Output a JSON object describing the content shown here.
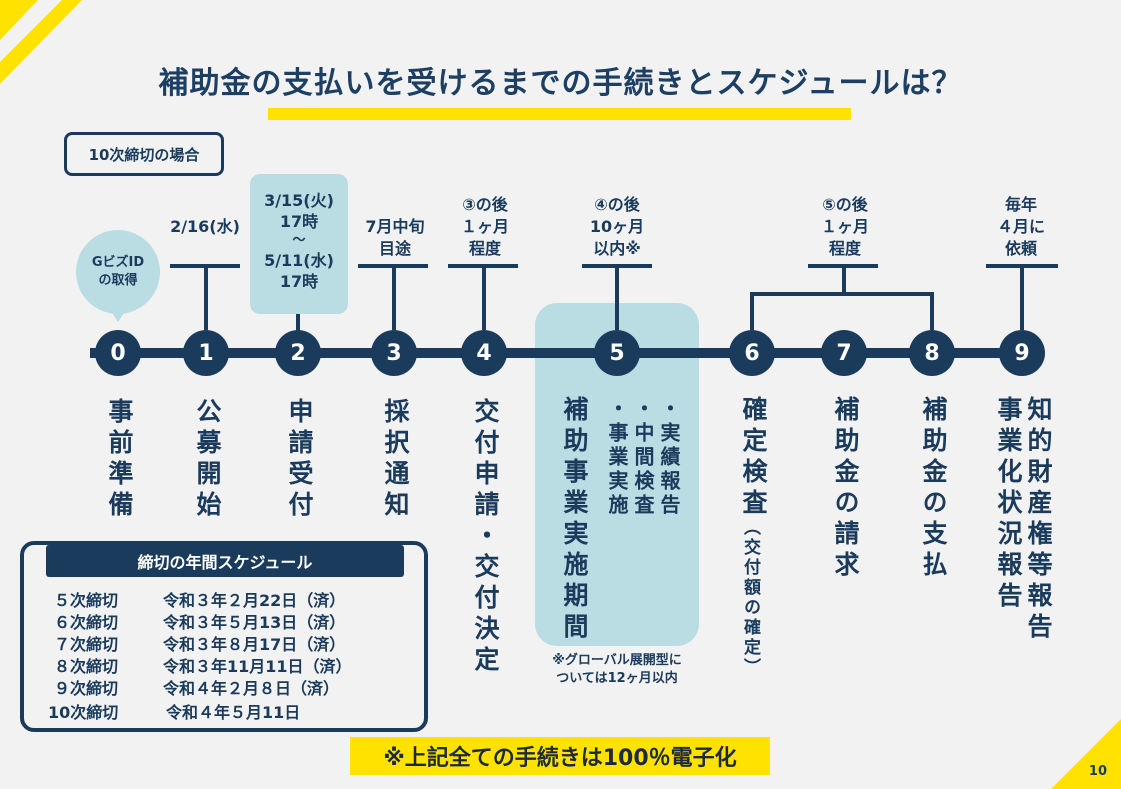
{
  "title": "補助金の支払いを受けるまでの手続きとスケジュールは？",
  "case_label": "10次締切の場合",
  "gbiz_bubble": [
    "GビズID",
    "の取得"
  ],
  "steps": [
    {
      "num": "0",
      "above": [],
      "label": "事前準備"
    },
    {
      "num": "1",
      "above": [
        "2/16(水)"
      ],
      "label": "公募開始"
    },
    {
      "num": "2",
      "above": [
        "3/15(火)",
        "17時",
        "〜",
        "5/11(水)",
        "17時"
      ],
      "label": "申請受付"
    },
    {
      "num": "3",
      "above": [
        "7月中旬",
        "目途"
      ],
      "label": "採択通知"
    },
    {
      "num": "4",
      "above": [
        "③の後",
        "１ヶ月",
        "程度"
      ],
      "label": "交付申請・交付決定"
    },
    {
      "num": "5",
      "above": [
        "④の後",
        "10ヶ月",
        "以内※"
      ],
      "label": "補助事業実施期間",
      "sub": [
        "・事業実施",
        "・中間検査",
        "・実績報告"
      ]
    },
    {
      "num": "6",
      "above": [],
      "label": "確定検査",
      "label_small": "（交付額の確定）"
    },
    {
      "num": "7",
      "above": [
        "⑤の後",
        "１ヶ月",
        "程度"
      ],
      "label": "補助金の請求"
    },
    {
      "num": "8",
      "above": [],
      "label": "補助金の支払"
    },
    {
      "num": "9",
      "above": [
        "毎年",
        "４月に",
        "依頼"
      ],
      "label": "知的財産権等報告",
      "label2": "事業化状況報告"
    }
  ],
  "note": [
    "※グローバル展開型に",
    "ついては12ヶ月以内"
  ],
  "schedule": {
    "heading": "締切の年間スケジュール",
    "rows": [
      {
        "name": "５次締切",
        "date": "令和３年２月22日（済）"
      },
      {
        "name": "６次締切",
        "date": "令和３年５月13日（済）"
      },
      {
        "name": "７次締切",
        "date": "令和３年８月17日（済）"
      },
      {
        "name": "８次締切",
        "date": "令和３年11月11日（済）"
      },
      {
        "name": "９次締切",
        "date": "令和４年２月８日（済）"
      },
      {
        "name": "10次締切",
        "date": "令和４年５月11日"
      }
    ]
  },
  "footer": "※上記全ての手続きは100％電子化",
  "page_number": "10",
  "colors": {
    "navy": "#1b3b5c",
    "yellow": "#ffe200",
    "light_blue": "#b9dde3"
  }
}
